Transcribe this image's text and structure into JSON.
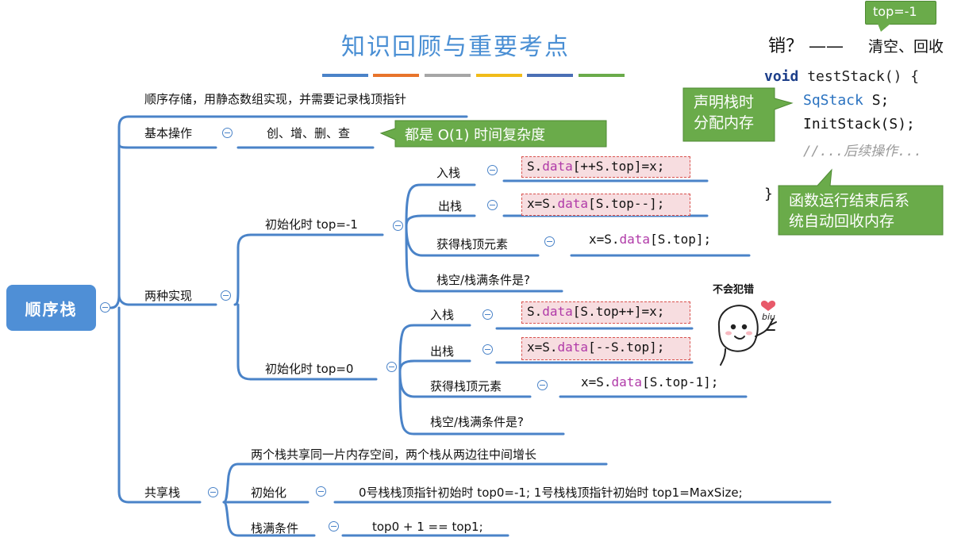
{
  "title": "知识回顾与重要考点",
  "colors": {
    "branch": "#4a83c8",
    "accent_bars": [
      "#4a83c8",
      "#e8742b",
      "#a6a6a6",
      "#f1bc19",
      "#4a6fb5",
      "#6aab4a"
    ],
    "callout": "#6aab4a",
    "highlight_border": "#d9534f",
    "highlight_fill": "#f7dde0"
  },
  "root": "顺序栈",
  "nodes": {
    "storage": "顺序存储，用静态数组实现，并需要记录栈顶指针",
    "basic_ops": "基本操作",
    "basic_ops_detail": "创、增、删、查",
    "two_impl": "两种实现",
    "init_m1": "初始化时 top=-1",
    "init_0": "初始化时 top=0",
    "push": "入栈",
    "pop": "出栈",
    "get_top": "获得栈顶元素",
    "empty_full": "栈空/栈满条件是?",
    "shared": "共享栈",
    "shared_desc": "两个栈共享同一片内存空间，两个栈从两边往中间增长",
    "shared_init": "初始化",
    "shared_init_detail": "0号栈栈顶指针初始时 top0=-1;   1号栈栈顶指针初始时  top1=MaxSize;",
    "shared_full": "栈满条件",
    "shared_full_detail": "top0 + 1 == top1;"
  },
  "code_m1": {
    "push": {
      "pre": "S.",
      "kw": "data",
      "post": "[++S.top]=x;"
    },
    "pop": {
      "pre": "x=S.",
      "kw": "data",
      "post": "[S.top--];"
    },
    "top": {
      "pre": "x=S.",
      "kw": "data",
      "post": "[S.top];"
    }
  },
  "code_0": {
    "push": {
      "pre": "S.",
      "kw": "data",
      "post": "[S.top++]=x;"
    },
    "pop": {
      "pre": "x=S.",
      "kw": "data",
      "post": "[--S.top];"
    },
    "top": {
      "pre": "x=S.",
      "kw": "data",
      "post": "[S.top-1];"
    }
  },
  "callouts": {
    "o1": "都是 O(1) 时间复杂度",
    "declare_line1": "声明栈时",
    "declare_line2": "分配内存",
    "recycle_line1": "函数运行结束后系",
    "recycle_line2": "统自动回收内存",
    "top_m1": "top=-1"
  },
  "right_top": {
    "q": "销？ ——",
    "a": "清空、回收"
  },
  "code_snippet": {
    "l1_kw": "void",
    "l1_rest": " testStack() {",
    "l2_type": "SqStack",
    "l2_rest": " S;",
    "l3": "InitStack(S);",
    "l4": "//...后续操作...",
    "l5": "}"
  },
  "sticker": {
    "caption": "不会犯错",
    "biu": "biu"
  }
}
